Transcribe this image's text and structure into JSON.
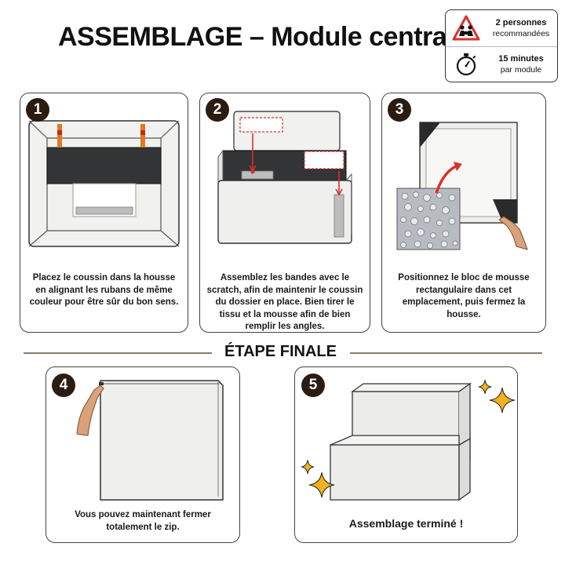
{
  "header": {
    "title": "ASSEMBLAGE – Module central"
  },
  "info": {
    "people": {
      "line1": "2 personnes",
      "line2": "recommandées",
      "icon": "two-people-warning-icon"
    },
    "time": {
      "line1": "15 minutes",
      "line2": "par module",
      "icon": "stopwatch-icon"
    }
  },
  "steps": [
    {
      "number": "1",
      "text": "Placez le coussin dans la housse en alignant les rubans de même couleur pour être sûr du bon sens."
    },
    {
      "number": "2",
      "text": "Assemblez les bandes avec le scratch, afin de maintenir le coussin du dossier en place. Bien tirer le tissu et la mousse afin de bien remplir les angles."
    },
    {
      "number": "3",
      "text": "Positionnez le bloc de mousse rectangulaire dans cet emplacement, puis fermez la housse."
    },
    {
      "number": "4",
      "text": "Vous pouvez maintenant fermer totalement le zip."
    },
    {
      "number": "5",
      "text": "Assemblage terminé !"
    }
  ],
  "final": {
    "title": "ÉTAPE FINALE"
  },
  "colors": {
    "badge": "#2b1c12",
    "accent_red": "#d8322b",
    "ribbon_orange": "#e07a1e",
    "ribbon_red": "#c8281e",
    "sparkle": "#f2b21b"
  }
}
